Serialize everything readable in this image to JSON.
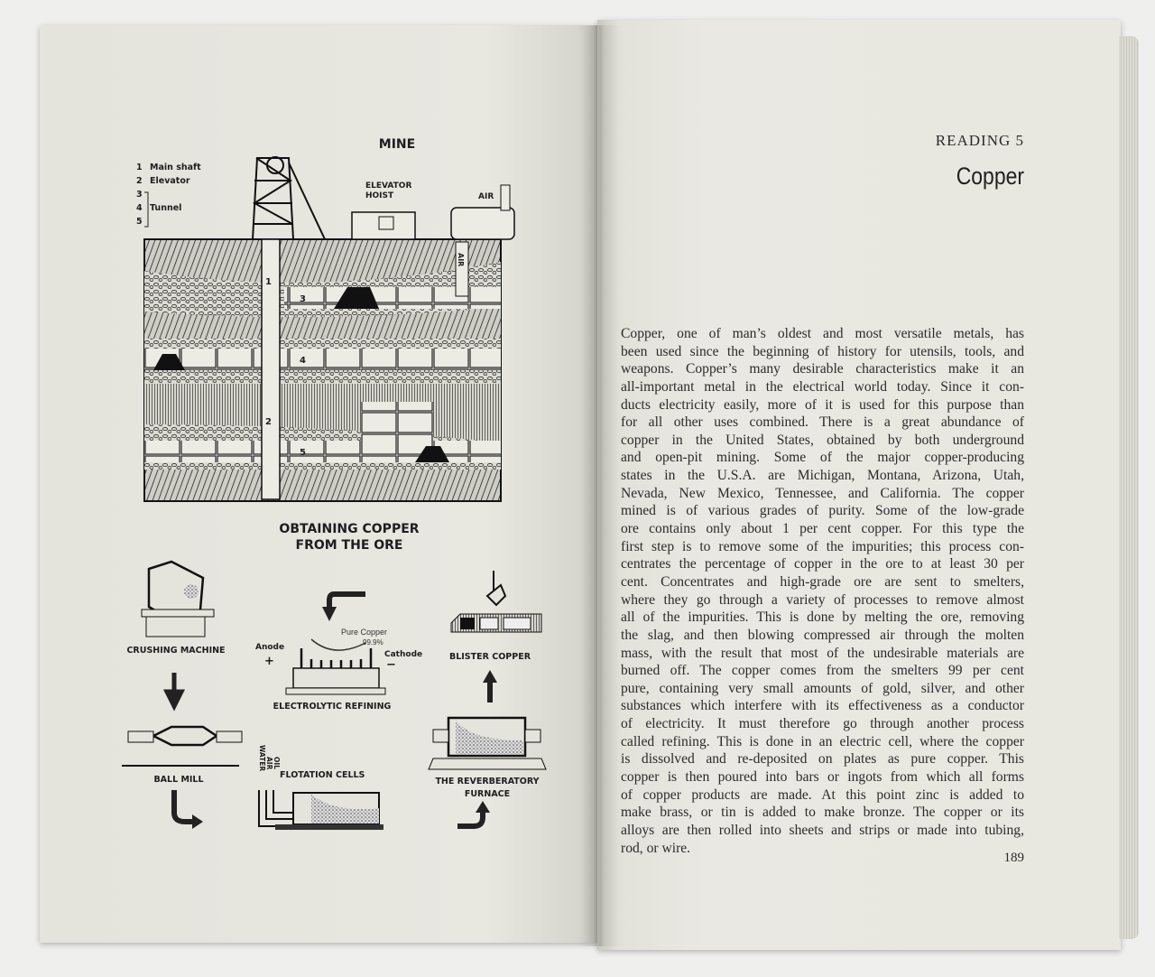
{
  "left_page": {
    "mine": {
      "title": "MINE",
      "legend": [
        {
          "num": "1",
          "label": "Main shaft"
        },
        {
          "num": "2",
          "label": "Elevator"
        },
        {
          "num": "3",
          "label": ""
        },
        {
          "num": "4",
          "label": "Tunnel"
        },
        {
          "num": "5",
          "label": ""
        }
      ],
      "elevator_hoist": [
        "ELEVATOR",
        "HOIST"
      ],
      "air_top": "AIR",
      "air_vertical": "AIR",
      "numbers": [
        "1",
        "2",
        "3",
        "4",
        "5"
      ]
    },
    "process": {
      "title": [
        "OBTAINING COPPER",
        "FROM THE ORE"
      ],
      "crushing_machine": "CRUSHING MACHINE",
      "ball_mill": "BALL MILL",
      "flotation_cells": "FLOTATION CELLS",
      "flotation_inputs": [
        "WATER",
        "AIR",
        "OIL"
      ],
      "electrolytic_refining": "ELECTROLYTIC REFINING",
      "anode": "Anode",
      "cathode": "Cathode",
      "plus": "+",
      "minus": "−",
      "pure_copper": "Pure Copper",
      "purity": "99.9%",
      "blister_copper": "BLISTER COPPER",
      "furnace": [
        "THE REVERBERATORY",
        "FURNACE"
      ]
    }
  },
  "right_page": {
    "reading": "READING 5",
    "title": "Copper",
    "lines": [
      "Copper, one of man’s oldest and most versatile metals, has",
      "been used since the beginning of history for utensils, tools, and",
      "weapons. Copper’s many desirable characteristics make it an",
      "all-important metal in the electrical world today. Since it con-",
      "ducts electricity easily, more of it is used for this purpose than",
      "for all other uses combined. There is a great abundance of",
      "copper in the United States, obtained by both underground",
      "and open-pit mining. Some of the major copper-producing",
      "states in the U.S.A. are Michigan, Montana, Arizona, Utah,",
      "Nevada, New Mexico, Tennessee, and California. The copper",
      "mined is of various grades of purity. Some of the low-grade",
      "ore contains only about 1 per cent copper. For this type the",
      "first step is to remove some of the impurities; this process con-",
      "centrates the percentage of copper in the ore to at least 30 per",
      "cent. Concentrates and high-grade ore are sent to smelters,",
      "where they go through a variety of processes to remove almost",
      "all of the impurities. This is done by melting the ore, removing",
      "the slag, and then blowing compressed air through the molten",
      "mass, with the result that most of the undesirable materials are",
      "burned off. The copper comes from the smelters 99 per cent",
      "pure, containing very small amounts of gold, silver, and other",
      "substances which interfere with its effectiveness as a conductor",
      "of electricity. It must therefore go through another process",
      "called refining. This is done in an electric cell, where the copper",
      "is dissolved and re-deposited on plates as pure copper. This",
      "copper is then poured into bars or ingots from which all forms",
      "of copper products are made. At this point zinc is added to",
      "make brass, or tin is added to make bronze. The copper or its",
      "alloys are then rolled into sheets and strips or made into tubing,",
      "rod, or wire."
    ],
    "page_number": "189"
  }
}
